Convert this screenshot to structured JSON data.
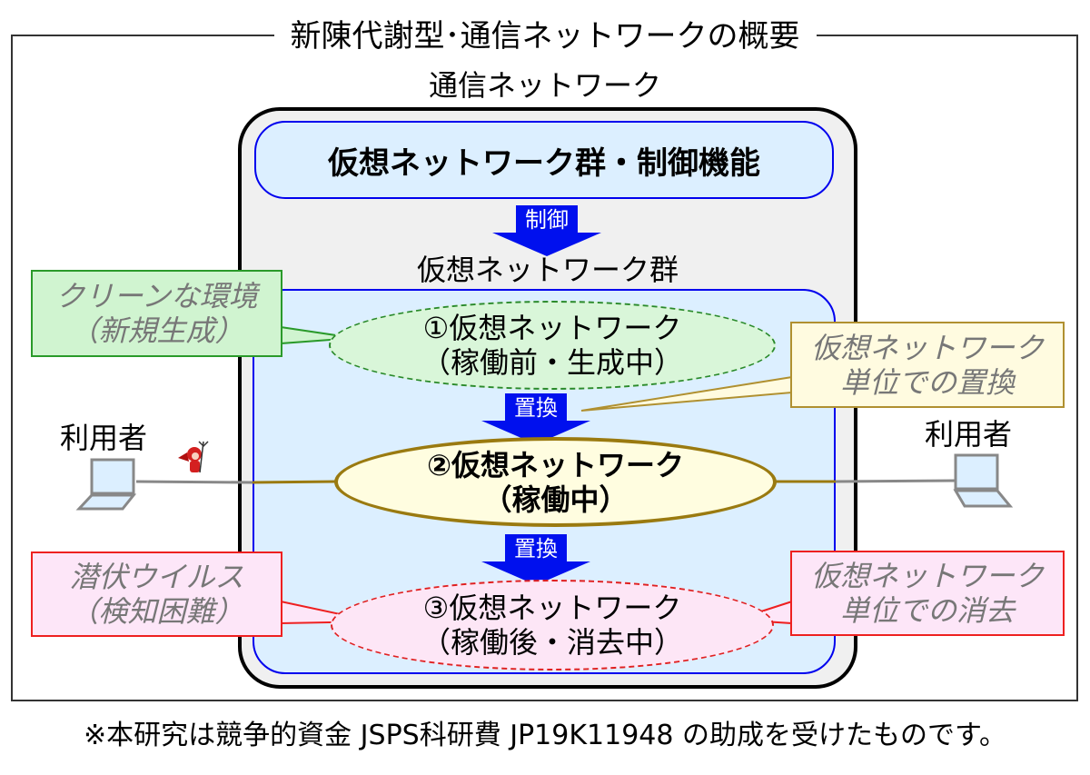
{
  "title": "新陳代謝型･通信ネットワークの概要",
  "network_label": "通信ネットワーク",
  "control_box": "仮想ネットワーク群・制御機能",
  "control_arrow": "制御",
  "vn_group_label": "仮想ネットワーク群",
  "networks": [
    {
      "line1": "①仮想ネットワーク",
      "line2": "（稼働前・生成中）",
      "state": "pending"
    },
    {
      "line1": "②仮想ネットワーク",
      "line2": "（稼働中）",
      "state": "active"
    },
    {
      "line1": "③仮想ネットワーク",
      "line2": "（稼働後・消去中）",
      "state": "retiring"
    }
  ],
  "replace_arrows": [
    "置換",
    "置換"
  ],
  "callouts": {
    "clean_env": {
      "line1": "クリーンな環境",
      "line2": "（新規生成）"
    },
    "replace_unit": {
      "line1": "仮想ネットワーク",
      "line2": "単位での置換"
    },
    "latent_virus": {
      "line1": "潜伏ウイルス",
      "line2": "（検知困難）"
    },
    "delete_unit": {
      "line1": "仮想ネットワーク",
      "line2": "単位での消去"
    }
  },
  "users": {
    "left": "利用者",
    "right": "利用者"
  },
  "icons": {
    "laptop": "laptop-icon",
    "devil": "devil-virus-icon"
  },
  "footer": "※本研究は競争的資金 JSPS科研費 JP19K11948 の助成を受けたものです。",
  "colors": {
    "arrow": "#0010ee",
    "inner_border": "#0000ee",
    "active_border": "#9a7a10",
    "virus_red": "#ee2020",
    "clean_green": "#2a9a2a"
  }
}
